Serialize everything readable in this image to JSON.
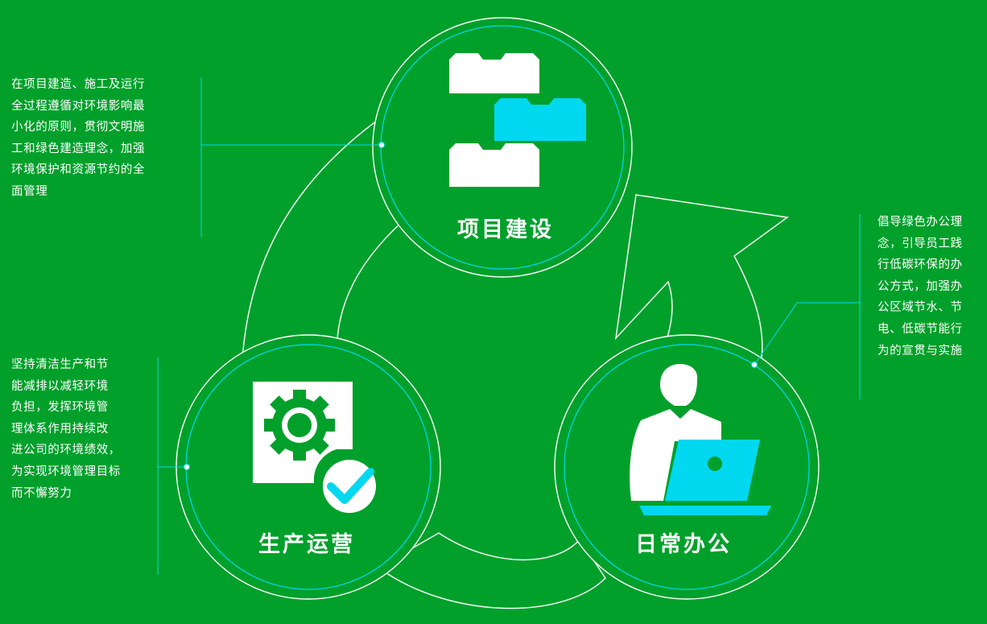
{
  "nodes": {
    "project": {
      "title": "项目建设"
    },
    "production": {
      "title": "生产运营"
    },
    "office": {
      "title": "日常办公"
    }
  },
  "descriptions": {
    "project": [
      "在项目建造、施工及运行",
      "全过程遵循对环境影响最",
      "小化的原则，贯彻文明施",
      "工和绿色建造理念，加强",
      "环境保护和资源节约的全",
      "面管理"
    ],
    "production": [
      "坚持清洁生产和节",
      "能减排以减轻环境",
      "负担，发挥环境管",
      "理体系作用持续改",
      "进公司的环境绩效，",
      "为实现环境管理目标",
      "而不懈努力"
    ],
    "office": [
      "倡导绿色办公理",
      "念，引导员工践",
      "行低碳环保的办",
      "公方式，加强办",
      "公区域节水、节",
      "电、低碳节能行",
      "为的宣贯与实施"
    ]
  },
  "icons": {
    "project": "folders-icon",
    "production": "gear-check-icon",
    "office": "person-laptop-icon"
  },
  "colors": {
    "background": "#00a02b",
    "line": "#ffffff",
    "accent": "#00d8f0"
  }
}
